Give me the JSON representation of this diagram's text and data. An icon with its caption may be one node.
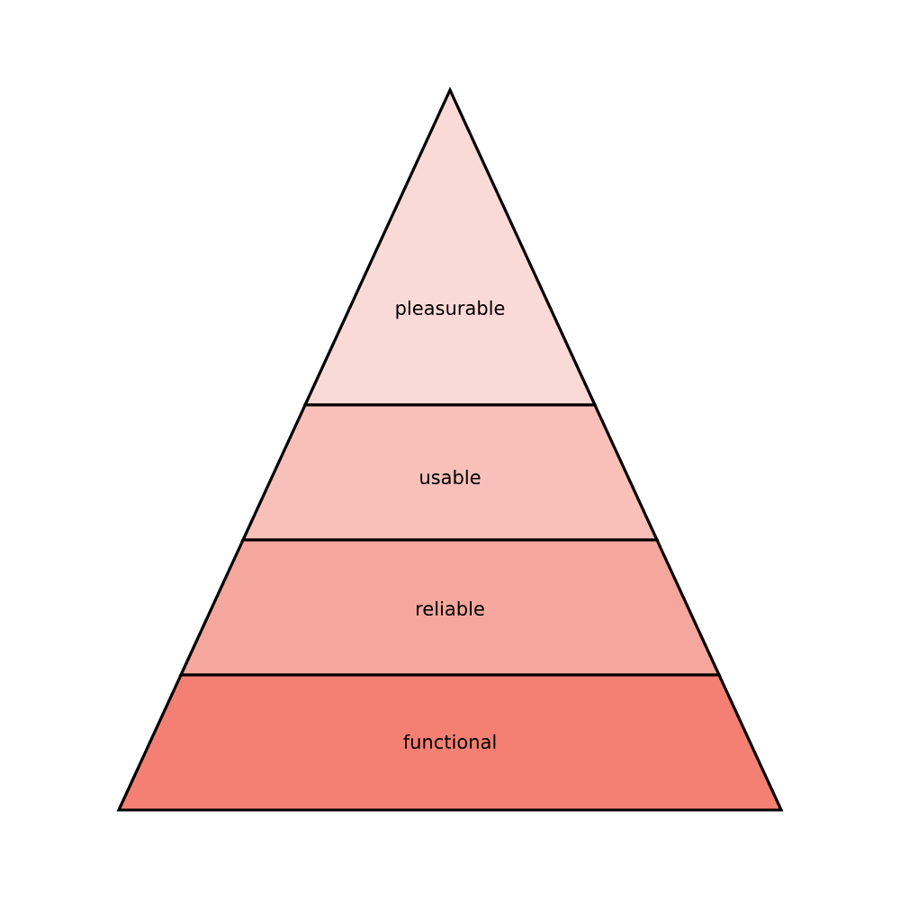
{
  "diagram": {
    "nodes": [
      {
        "text": [
          "pleasurable"
        ]
      },
      {
        "text": [
          "usable"
        ]
      },
      {
        "text": [
          "reliable"
        ]
      },
      {
        "text": [
          "functional"
        ]
      }
    ]
  }
}
